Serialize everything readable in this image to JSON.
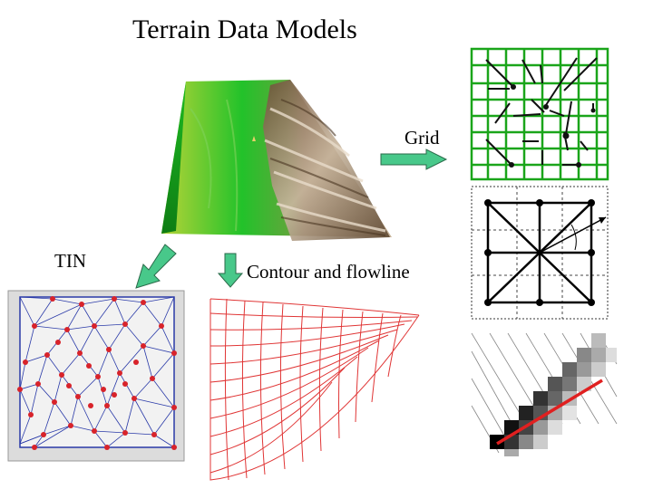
{
  "title": "Terrain Data Models",
  "labels": {
    "grid": "Grid",
    "tin": "TIN",
    "contour": "Contour and flowline"
  },
  "colors": {
    "arrow_fill": "#48c88a",
    "terrain_green": "#22c22a",
    "terrain_brown": "#8c6a4c",
    "grid_green": "#1aa51a",
    "contour_red": "#e03535",
    "tin_blue": "#2a3aa8",
    "tin_node": "#d8232a",
    "flow_line": "#e02020"
  }
}
